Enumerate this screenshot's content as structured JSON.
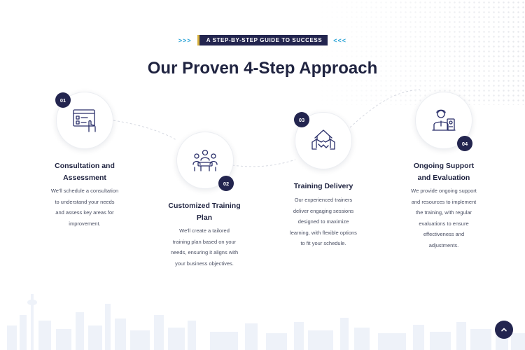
{
  "header": {
    "eyebrow_left": ">>>",
    "eyebrow": "A STEP-BY-STEP GUIDE TO SUCCESS",
    "eyebrow_right": "<<<",
    "title": "Our Proven 4-Step Approach"
  },
  "steps": [
    {
      "number": "01",
      "icon": "checklist-screen-icon",
      "title_line1": "Consultation and",
      "title_line2": "Assessment",
      "desc": [
        "We'll schedule a consultation",
        "to understand your needs",
        "and assess key areas for",
        "improvement."
      ]
    },
    {
      "number": "02",
      "icon": "team-meeting-icon",
      "title_line1": "Customized Training",
      "title_line2": "Plan",
      "desc": [
        "We'll create a tailored",
        "training plan based on your",
        "needs, ensuring it aligns with",
        "your business objectives."
      ]
    },
    {
      "number": "03",
      "icon": "handshake-icon",
      "title_line1": "Training Delivery",
      "desc": [
        "Our experienced trainers",
        "deliver engaging sessions",
        "designed to maximize",
        "learning, with flexible options",
        "to fit your schedule."
      ]
    },
    {
      "number": "04",
      "icon": "support-agent-icon",
      "title_line1": "Ongoing Support",
      "title_line2": "and Evaluation",
      "desc": [
        "We provide ongoing support",
        "and resources to implement",
        "the training, with regular",
        "evaluations to ensure",
        "effectiveness and",
        "adjustments."
      ]
    }
  ],
  "colors": {
    "navy": "#23254f",
    "accent_cyan": "#2aa3d6",
    "accent_gold": "#d7b03a",
    "text_body": "#4a4f63"
  },
  "scroll_top": {
    "icon": "chevron-up-icon"
  }
}
